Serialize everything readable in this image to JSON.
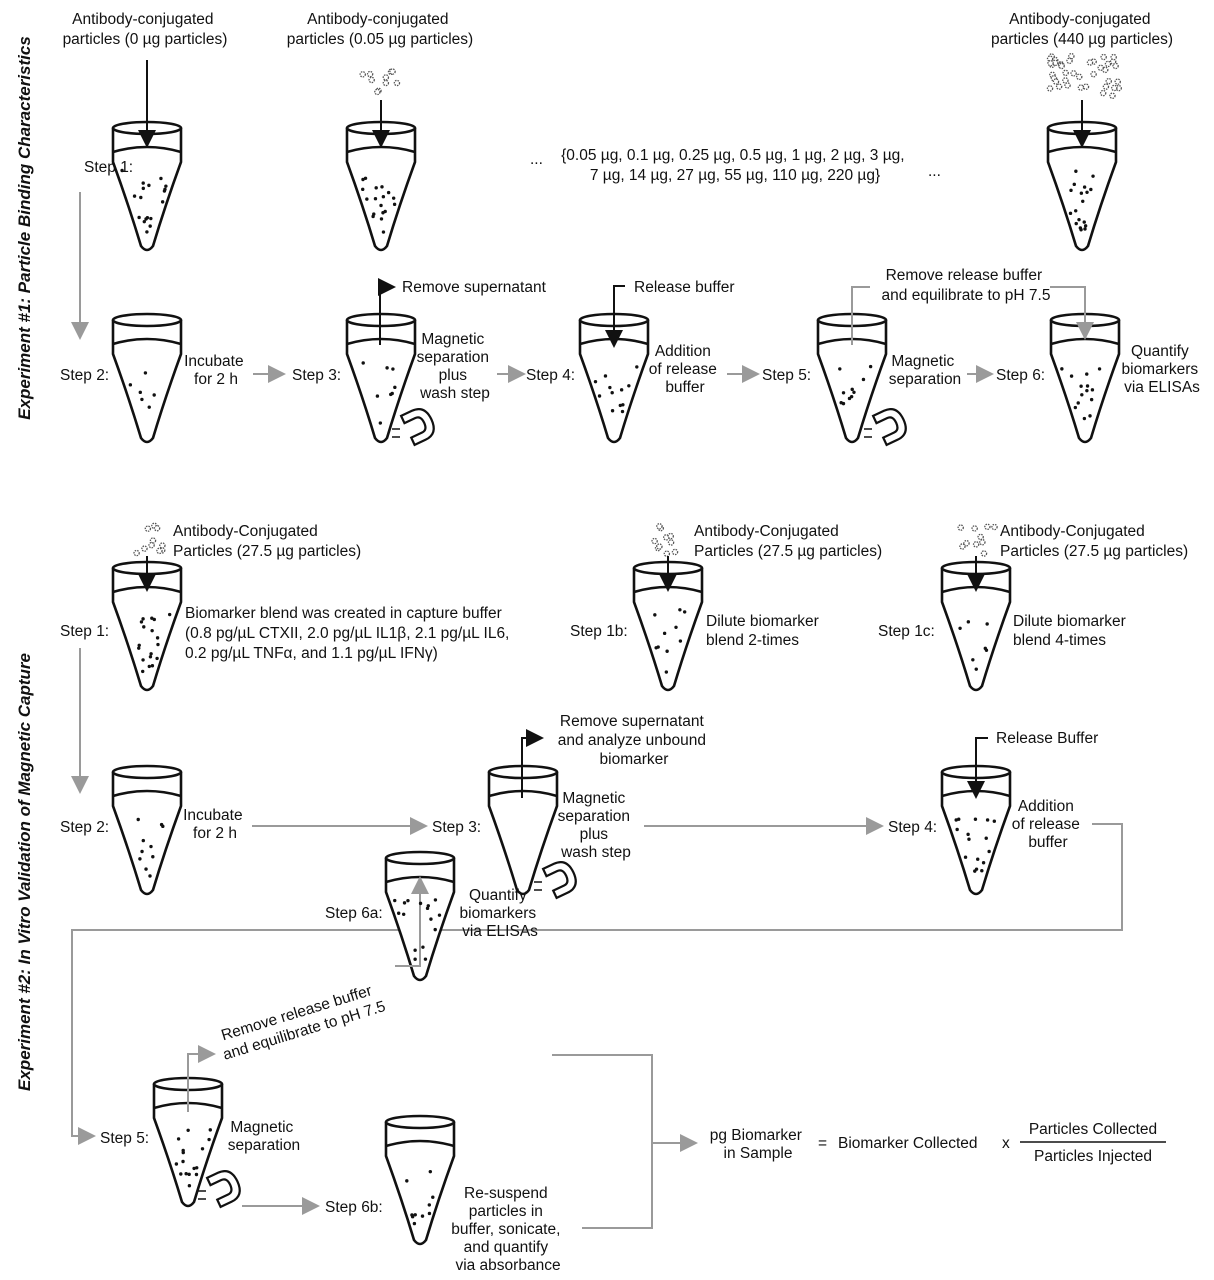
{
  "experiment1": {
    "side_title": "Experiment #1: Particle Binding Characteristics",
    "tubeA_title": [
      "Antibody-conjugated",
      "particles (0 µg particles)"
    ],
    "tubeB_title": [
      "Antibody-conjugated",
      "particles (0.05 µg particles)"
    ],
    "tubeC_title": [
      "Antibody-conjugated",
      "particles (440 µg particles)"
    ],
    "amounts": [
      "{0.05 µg, 0.1 µg, 0.25 µg, 0.5 µg, 1 µg, 2 µg, 3 µg,",
      "7  µg, 14 µg, 27 µg, 55 µg, 110 µg, 220 µg}"
    ],
    "ellipsis": "...",
    "step1": "Step 1:",
    "step2": "Step 2:",
    "incubate": [
      "Incubate",
      "for 2 h"
    ],
    "step3": "Step 3:",
    "remove_supernatant": "Remove supernatant",
    "mag_sep_wash": [
      "Magnetic",
      "separation",
      "plus",
      "wash step"
    ],
    "step4": "Step 4:",
    "release_buffer": "Release buffer",
    "addition_release": [
      "Addition",
      "of release",
      "buffer"
    ],
    "step5": "Step 5:",
    "remove_release": [
      "Remove release buffer",
      "and equilibrate to pH 7.5"
    ],
    "mag_sep": [
      "Magnetic",
      "separation"
    ],
    "step6": "Step 6:",
    "quantify": [
      "Quantify",
      "biomarkers",
      "via ELISAs"
    ]
  },
  "experiment2": {
    "side_title": "Experiment #2: In Vitro Validation of Magnetic Capture",
    "particles_title": [
      "Antibody-Conjugated",
      "Particles (27.5 µg particles)"
    ],
    "step1": "Step 1:",
    "blend_desc": [
      "Biomarker blend was created in capture buffer",
      "(0.8 pg/µL CTXII, 2.0 pg/µL IL1β, 2.1 pg/µL IL6,",
      "0.2 pg/µL TNFα, and 1.1 pg/µL IFNγ)"
    ],
    "step1b": "Step 1b:",
    "dilute2": [
      "Dilute biomarker",
      "blend 2-times"
    ],
    "step1c": "Step 1c:",
    "dilute4": [
      "Dilute biomarker",
      "blend 4-times"
    ],
    "step2": "Step 2:",
    "incubate": [
      "Incubate",
      "for 2 h"
    ],
    "step3": "Step 3:",
    "remove_analyze": [
      "Remove supernatant",
      "and analyze unbound",
      "biomarker"
    ],
    "mag_sep_wash": [
      "Magnetic",
      "separation",
      "plus",
      "wash step"
    ],
    "step4": "Step 4:",
    "release_buffer": "Release Buffer",
    "addition_release": [
      "Addition",
      "of release",
      "buffer"
    ],
    "step5": "Step 5:",
    "remove_release": [
      "Remove release buffer",
      "and equilibrate to pH 7.5"
    ],
    "mag_sep": [
      "Magnetic",
      "separation"
    ],
    "step6a": "Step 6a:",
    "quantify": [
      "Quantify",
      "biomarkers",
      "via ELISAs"
    ],
    "step6b": "Step 6b:",
    "resuspend": [
      "Re-suspend",
      "particles in",
      "buffer, sonicate,",
      "and quantify",
      "via absorbance"
    ],
    "equation": {
      "lhs": [
        "pg Biomarker",
        "in Sample"
      ],
      "equals": "=",
      "term": "Biomarker Collected",
      "times": "x",
      "numerator": "Particles Collected",
      "denominator": "Particles Injected"
    }
  },
  "colors": {
    "ink": "#111111",
    "flow_arrow": "#9a9a9a"
  },
  "icons": [
    "tube-icon",
    "magnet-icon",
    "particle-cluster-icon"
  ]
}
